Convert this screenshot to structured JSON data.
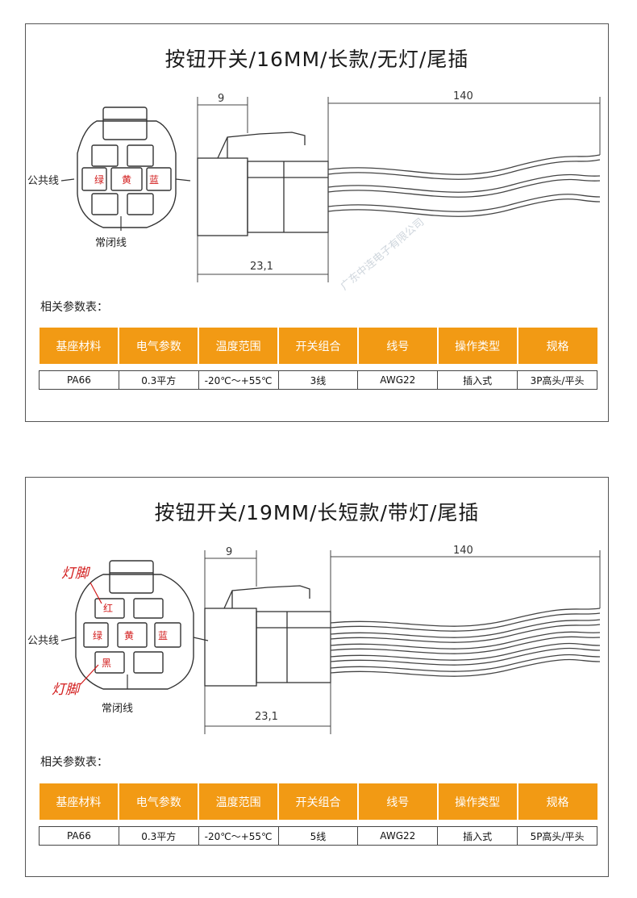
{
  "products": [
    {
      "title": "按钮开关/16MM/长款/无灯/尾插",
      "dims": {
        "width_9": "9",
        "length_140": "140",
        "body_23_1": "23,1"
      },
      "pin_labels": {
        "left": "绿",
        "mid": "黄",
        "right": "蓝"
      },
      "callouts": {
        "common": "公共线",
        "normally_closed": "常闭线"
      },
      "watermark": "广东中连电子有限公司",
      "params_label": "相关参数表：",
      "headers": [
        "基座材料",
        "电气参数",
        "温度范围",
        "开关组合",
        "线号",
        "操作类型",
        "规格"
      ],
      "values": [
        "PA66",
        "0.3平方",
        "-20℃～+55℃",
        "3线",
        "AWG22",
        "插入式",
        "3P高头/平头"
      ]
    },
    {
      "title": "按钮开关/19MM/长短款/带灯/尾插",
      "dims": {
        "width_9": "9",
        "length_140": "140",
        "body_23_1": "23,1"
      },
      "pin_labels": {
        "top": "红",
        "left": "绿",
        "mid": "黄",
        "right": "蓝",
        "bottom": "黑"
      },
      "callouts": {
        "lamp_top": "灯脚",
        "lamp_bottom": "灯脚",
        "common": "公共线",
        "normally_closed": "常闭线"
      },
      "params_label": "相关参数表：",
      "headers": [
        "基座材料",
        "电气参数",
        "温度范围",
        "开关组合",
        "线号",
        "操作类型",
        "规格"
      ],
      "values": [
        "PA66",
        "0.3平方",
        "-20℃～+55℃",
        "5线",
        "AWG22",
        "插入式",
        "5P高头/平头"
      ]
    }
  ],
  "colors": {
    "accent": "#f29a14",
    "pin_red": "#d21a1a"
  }
}
